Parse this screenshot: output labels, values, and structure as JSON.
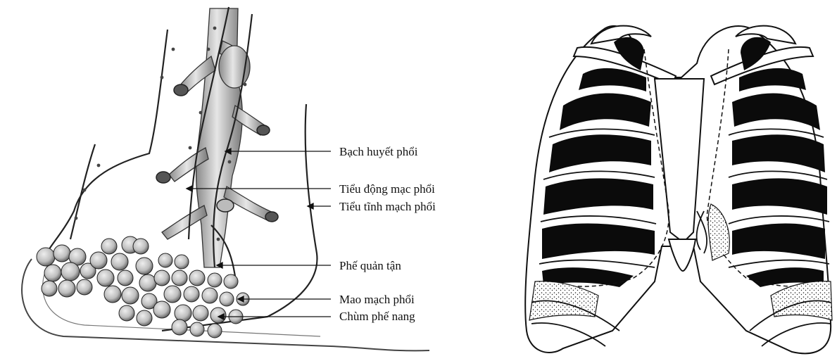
{
  "left_figure": {
    "name": "Bronchial tree with alveoli and pulmonary vessels",
    "labels": [
      "Bạch huyết phổi",
      "Tiểu động mạc phổi",
      "Tiểu tĩnh mạch phổi",
      "Phế quản tận",
      "Mao mạch phổi",
      "Chùm phế nang"
    ]
  },
  "right_figure": {
    "name": "Rib cage with lung outlines"
  },
  "colors": {
    "ink": "#111111",
    "airway_fill": "#cfcfcf",
    "alveoli_fill": "#bdbdbd",
    "background": "#ffffff"
  }
}
